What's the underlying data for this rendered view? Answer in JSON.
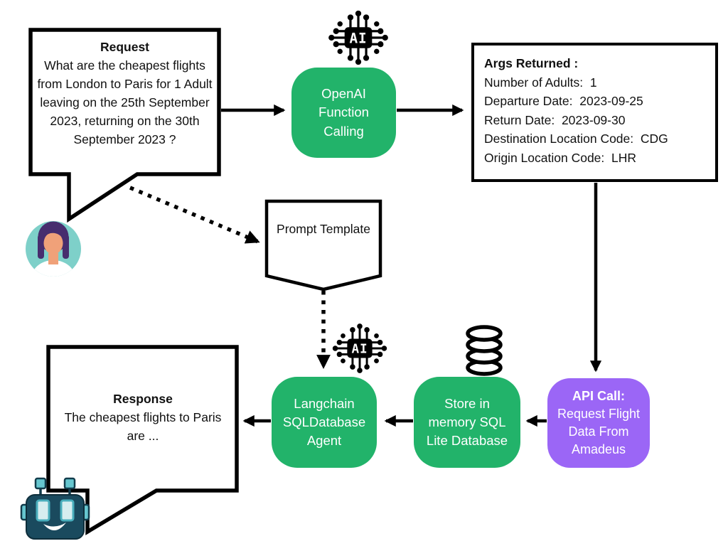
{
  "request_bubble": {
    "title": "Request",
    "body": "What are the cheapest flights from London to Paris for 1 Adult leaving on the 25th September 2023, returning on the 30th September 2023 ?"
  },
  "openai_box": {
    "label": "OpenAI Function Calling"
  },
  "args_box": {
    "title": "Args Returned :",
    "lines": [
      "Number of Adults:  1",
      "Departure Date:  2023-09-25",
      "Return Date:  2023-09-30",
      "Destination Location Code:  CDG",
      "Origin Location Code:  LHR"
    ]
  },
  "prompt_template": {
    "label": "Prompt Template"
  },
  "api_box": {
    "title": "API Call:",
    "body": "Request Flight Data From Amadeus"
  },
  "store_box": {
    "label": "Store in memory SQL Lite Database"
  },
  "agent_box": {
    "label": "Langchain SQLDatabase Agent"
  },
  "response_bubble": {
    "title": "Response",
    "body": "The cheapest flights to Paris are ..."
  },
  "icons": {
    "ai_chip_label": "AI",
    "ai_chip": "ai-chip-icon",
    "database": "database-icon",
    "user": "user-avatar",
    "robot": "robot-icon"
  },
  "colors": {
    "green": "#22b36a",
    "purple": "#9b66f6",
    "line": "#000000",
    "avatar_bg": "#7ed0c9",
    "avatar_hair": "#472d6e",
    "avatar_skin": "#f0a179",
    "robot_body": "#1a4a5e",
    "robot_accent": "#66c6cf",
    "robot_eye": "#d6edef"
  }
}
